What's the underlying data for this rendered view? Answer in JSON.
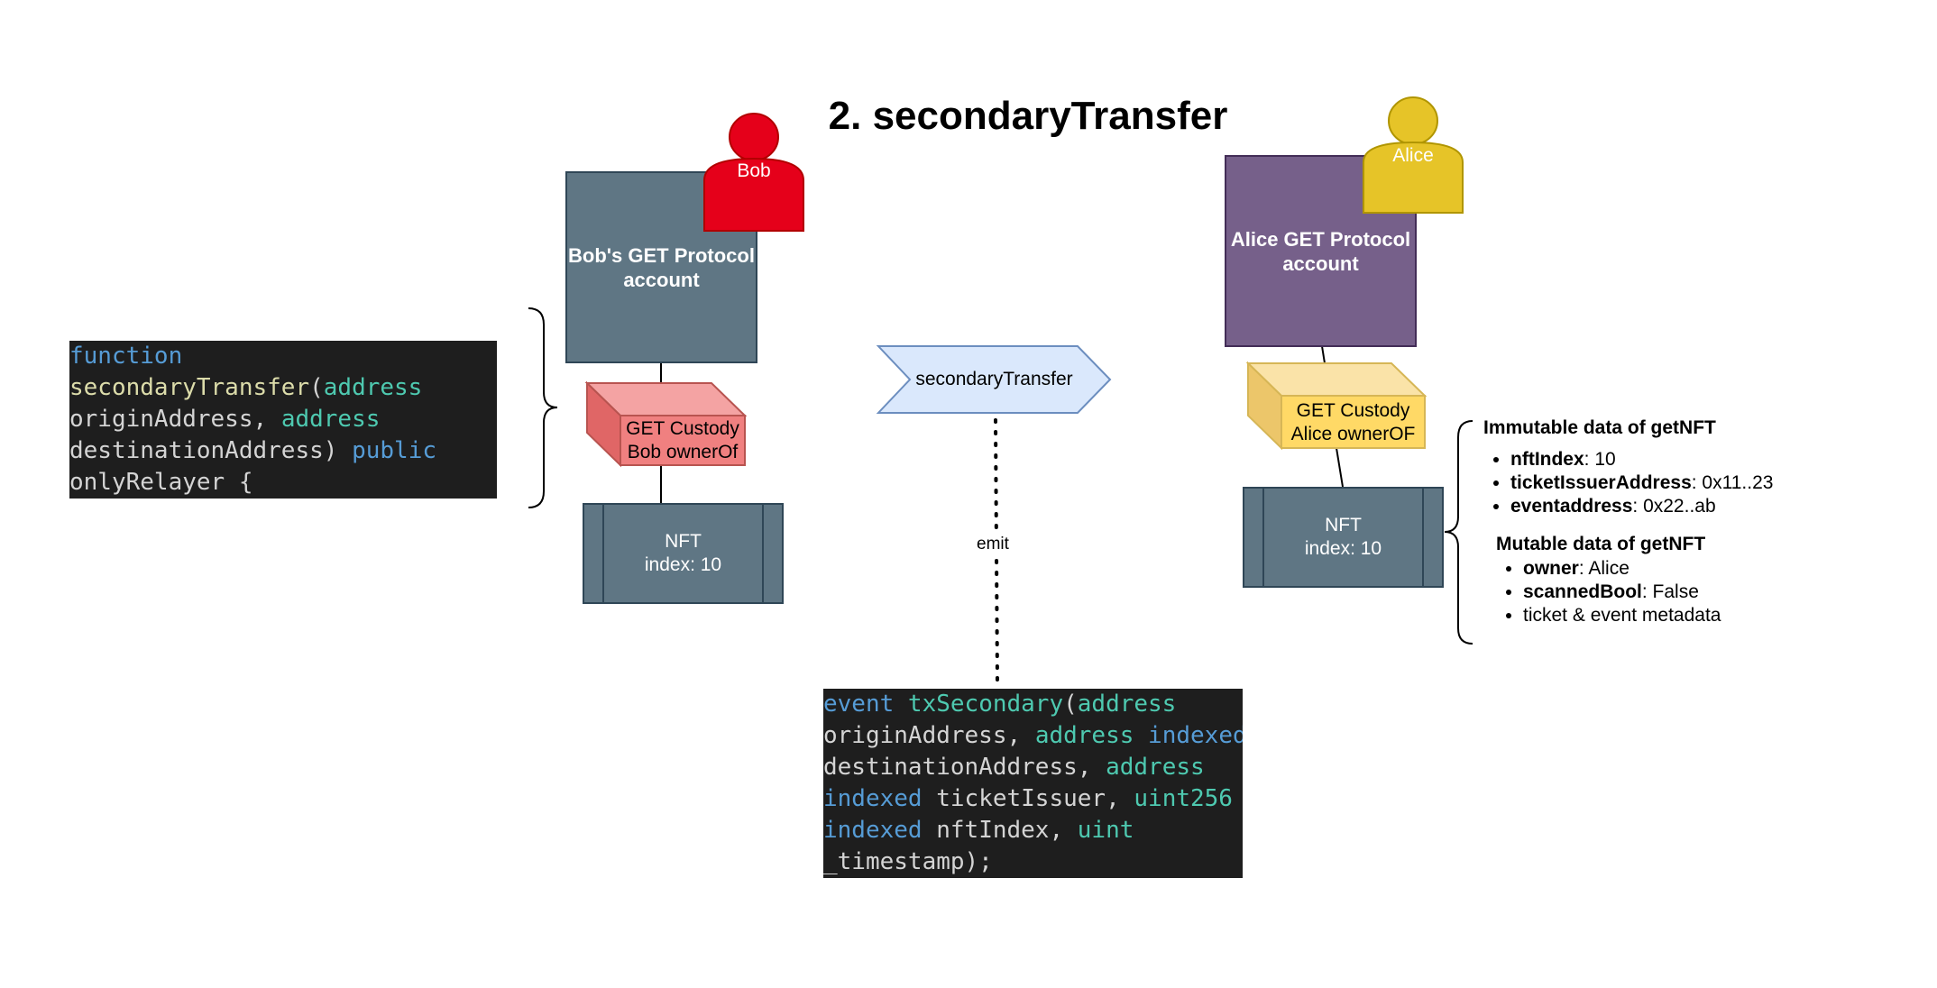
{
  "title": "2. secondaryTransfer",
  "function_code": [
    [
      {
        "t": "function",
        "c": "kw"
      }
    ],
    [
      {
        "t": "secondaryTransfer",
        "c": "fn"
      },
      {
        "t": "(",
        "c": "pl"
      },
      {
        "t": "address",
        "c": "ty"
      }
    ],
    [
      {
        "t": "originAddress, ",
        "c": "pl"
      },
      {
        "t": "address",
        "c": "ty"
      }
    ],
    [
      {
        "t": "destinationAddress) ",
        "c": "pl"
      },
      {
        "t": "public",
        "c": "kw"
      }
    ],
    [
      {
        "t": "onlyRelayer {",
        "c": "pl"
      }
    ]
  ],
  "event_code": [
    [
      {
        "t": "event ",
        "c": "kw"
      },
      {
        "t": "txSecondary",
        "c": "ty"
      },
      {
        "t": "(",
        "c": "pl"
      },
      {
        "t": "address",
        "c": "ty"
      }
    ],
    [
      {
        "t": "originAddress, ",
        "c": "pl"
      },
      {
        "t": "address ",
        "c": "ty"
      },
      {
        "t": "indexed",
        "c": "kw"
      }
    ],
    [
      {
        "t": "destinationAddress, ",
        "c": "pl"
      },
      {
        "t": "address",
        "c": "ty"
      }
    ],
    [
      {
        "t": "indexed ",
        "c": "kw"
      },
      {
        "t": "ticketIssuer, ",
        "c": "pl"
      },
      {
        "t": "uint256",
        "c": "ty"
      }
    ],
    [
      {
        "t": "indexed ",
        "c": "kw"
      },
      {
        "t": "nftIndex, ",
        "c": "pl"
      },
      {
        "t": "uint",
        "c": "ty"
      }
    ],
    [
      {
        "t": "_timestamp);",
        "c": "pl"
      }
    ]
  ],
  "bob": {
    "person_label": "Bob",
    "account_label": "Bob's GET Protocol account",
    "custody_line1": "GET Custody",
    "custody_line2": "Bob ownerOf",
    "nft_line1": "NFT",
    "nft_line2": "index: 10"
  },
  "alice": {
    "person_label": "Alice",
    "account_label": "Alice GET Protocol account",
    "custody_line1": "GET Custody",
    "custody_line2": "Alice ownerOF",
    "nft_line1": "NFT",
    "nft_line2": "index: 10"
  },
  "arrow_label": "secondaryTransfer",
  "emit_label": "emit",
  "immutable": {
    "header": "Immutable data of getNFT",
    "items": [
      {
        "key": "nftIndex",
        "value": ": 10"
      },
      {
        "key": "ticketIssuerAddress",
        "value": ": 0x11..23"
      },
      {
        "key": "eventaddress",
        "value": ": 0x22..ab"
      }
    ]
  },
  "mutable": {
    "header": "Mutable data of getNFT",
    "items": [
      {
        "key": "owner",
        "value": ": Alice"
      },
      {
        "key": "scannedBool",
        "value": ": False"
      },
      {
        "key": "",
        "value": "ticket & event metadata"
      }
    ]
  },
  "colors": {
    "bob_account": "#5f7684",
    "alice_account": "#76608a",
    "bob_person": "#e5001a",
    "alice_person": "#e6c428",
    "bob_custody": "#f08080",
    "alice_custody": "#ffd966",
    "arrow_fill": "#dae8fc",
    "code_bg": "#1e1e1e"
  }
}
